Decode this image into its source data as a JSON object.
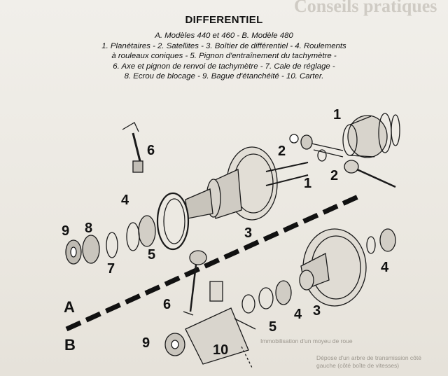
{
  "background_title": "Conseils pratiques",
  "title": "DIFFERENTIEL",
  "caption_lines": [
    "A. Modèles 440 et 460 - B. Modèle 480",
    "1. Planétaires - 2. Satellites - 3. Boîtier de différentiel - 4. Roulements",
    "à rouleaux coniques - 5. Pignon d'entraînement du tachymètre -",
    "6. Axe et pignon de renvoi de tachymètre - 7. Cale de réglage -",
    "8. Ecrou de blocage - 9. Bague d'étanchéité - 10. Carter."
  ],
  "models": {
    "a": "A",
    "b": "B"
  },
  "labels": {
    "l1_top": "1",
    "l1_mid": "1",
    "l2_left": "2",
    "l2_right": "2",
    "l3_a": "3",
    "l3_b": "3",
    "l4_a_left": "4",
    "l4_b_right": "4",
    "l4_b_mid": "4",
    "l5_a": "5",
    "l5_b": "5",
    "l6_a": "6",
    "l6_b": "6",
    "l7_a": "7",
    "l8_a": "8",
    "l9_a": "9",
    "l9_b": "9",
    "l10_b": "10"
  },
  "faint_text": {
    "bottom_center": "Immobilisation d'un moyeu de roue",
    "bottom_right_1": "Dépose d'un arbre de transmission côté",
    "bottom_right_2": "gauche (côté boîte de vitesses)"
  }
}
